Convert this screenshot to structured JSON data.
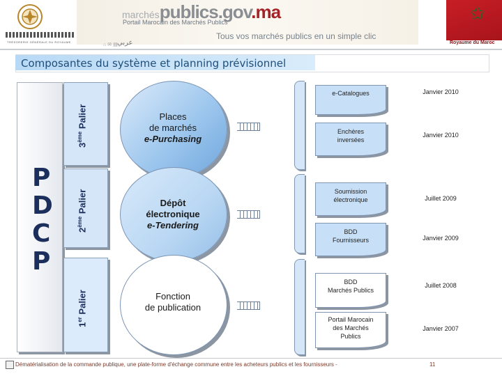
{
  "header": {
    "site_name_prefix": "marchés",
    "site_name_mid": "publics",
    "site_name_gov": ".gov",
    "site_name_tld": ".ma",
    "site_subtitle": "Portail Marocain des Marchés Publics",
    "tagline": "Tous vos  marchés publics en un simple clic",
    "arabic_link": "عربي",
    "kingdom_label": "Royaume du Maroc",
    "treasury_label": "TRÉSORERIE GÉNÉRALE DU ROYAUME"
  },
  "title": "Composantes du système et planning prévisionnel",
  "pdcp": {
    "letters": [
      "P",
      "D",
      "C",
      "P"
    ]
  },
  "paliers": [
    {
      "number": "3",
      "sup": "ème",
      "word": "Palier"
    },
    {
      "number": "2",
      "sup": "ème",
      "word": "Palier"
    },
    {
      "number": "1",
      "sup": "er",
      "word": "Palier"
    }
  ],
  "circles": [
    {
      "line1": "Places",
      "line2": "de marchés",
      "line3": "e-Purchasing"
    },
    {
      "line1": "Dépôt",
      "line2": "électronique",
      "line3": "e-Tendering"
    },
    {
      "line1": "Fonction",
      "line2": "de publication"
    }
  ],
  "components": [
    {
      "line1": "e-Catalogues",
      "line2": "",
      "line3": "",
      "date": "Janvier 2010"
    },
    {
      "line1": "Enchères",
      "line2": "inversées",
      "line3": "",
      "date": "Janvier 2010"
    },
    {
      "line1": "Soumission",
      "line2": "électronique",
      "line3": "",
      "date": "Juillet 2009"
    },
    {
      "line1": "BDD",
      "line2": "Fournisseurs",
      "line3": "",
      "date": "Janvier 2009"
    },
    {
      "line1": "BDD",
      "line2": "Marchés Publics",
      "line3": "",
      "date": "Juillet 2008"
    },
    {
      "line1": "Portail Marocain",
      "line2": "des Marchés",
      "line3": "Publics",
      "date": "Janvier 2007"
    }
  ],
  "footer": {
    "text": "Dématérialisation de la commande publique, une plate-forme d'échange commune entre les acheteurs publics et les fournisseurs  -",
    "page_number": "11"
  },
  "colors": {
    "title_blue": "#1f4e79",
    "navy": "#1c2f5c",
    "flag_red": "#c81e26",
    "star_green": "#1f6b2a"
  }
}
